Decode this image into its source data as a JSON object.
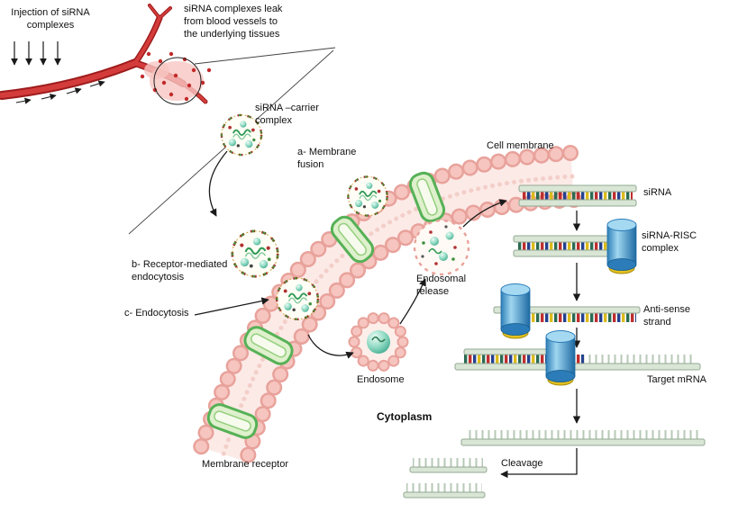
{
  "figure": {
    "description": "Mechanism of siRNA delivery: injection, vascular leak, cellular uptake routes, endosomal release and RISC-mediated mRNA cleavage"
  },
  "labels": {
    "injection": "Injection of siRNA\ncomplexes",
    "leak": "siRNA complexes leak\nfrom blood vessels to\nthe underlying tissues",
    "carrier_complex": "siRNA –carrier\ncomplex",
    "membrane_fusion": "a- Membrane\nfusion",
    "cell_membrane": "Cell membrane",
    "receptor_endocytosis": "b- Receptor-mediated\nendocytosis",
    "endocytosis": "c- Endocytosis",
    "endosomal_release": "Endosomal\nrelease",
    "endosome": "Endosome",
    "cytoplasm": "Cytoplasm",
    "membrane_receptor": "Membrane receptor",
    "sirna": "siRNA",
    "sirna_risc": "siRNA-RISC\ncomplex",
    "antisense": "Anti-sense\nstrand",
    "target_mrna": "Target mRNA",
    "cleavage": "Cleavage"
  },
  "colors": {
    "vessel_red_dark": "#9e1c1c",
    "vessel_red": "#d43c3c",
    "inflammation_pink": "#f7c6c2",
    "membrane_dot_dark": "#e8a29b",
    "membrane_dot_light": "#f6c5bf",
    "membrane_interior": "#fceae7",
    "receptor_green": "#56b156",
    "receptor_fill": "#def0cc",
    "carrier_rim_gold": "#caa53a",
    "teal_sphere": "#3da98c",
    "risc_blue": "#2b7cb8",
    "risc_yellow": "#e3c11f",
    "strand_green": "#d9e6d6",
    "base_red": "#bf2e2e",
    "base_blue": "#24408e",
    "base_yellow": "#ddbb1c",
    "base_teal": "#2b6b52",
    "arrow_black": "#1a1a1a"
  }
}
